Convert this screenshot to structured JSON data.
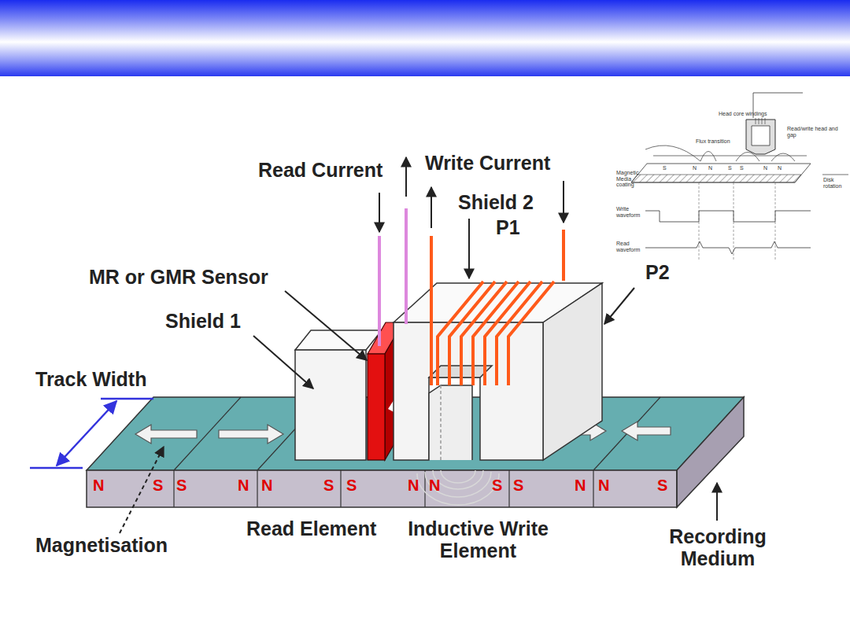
{
  "diagram": {
    "labels": [
      "Read Current",
      "Write Current",
      "Shield 2",
      "P1",
      "P2",
      "MR or GMR Sensor",
      "Shield 1",
      "Track Width",
      "Magnetisation",
      "Read Element",
      "Inductive Write Element",
      "Recording Medium",
      "N",
      "S",
      "S",
      "N",
      "N",
      "S",
      "S",
      "N",
      "N",
      "S",
      "S",
      "N",
      "N",
      "S",
      "Head core windings",
      "Read/write head and gap",
      "Flux transition",
      "Magnetic Media coating",
      "Write waveform",
      "Read waveform",
      "Disk rotation",
      "S",
      "N",
      "N",
      "S",
      "S",
      "N",
      "N"
    ]
  }
}
